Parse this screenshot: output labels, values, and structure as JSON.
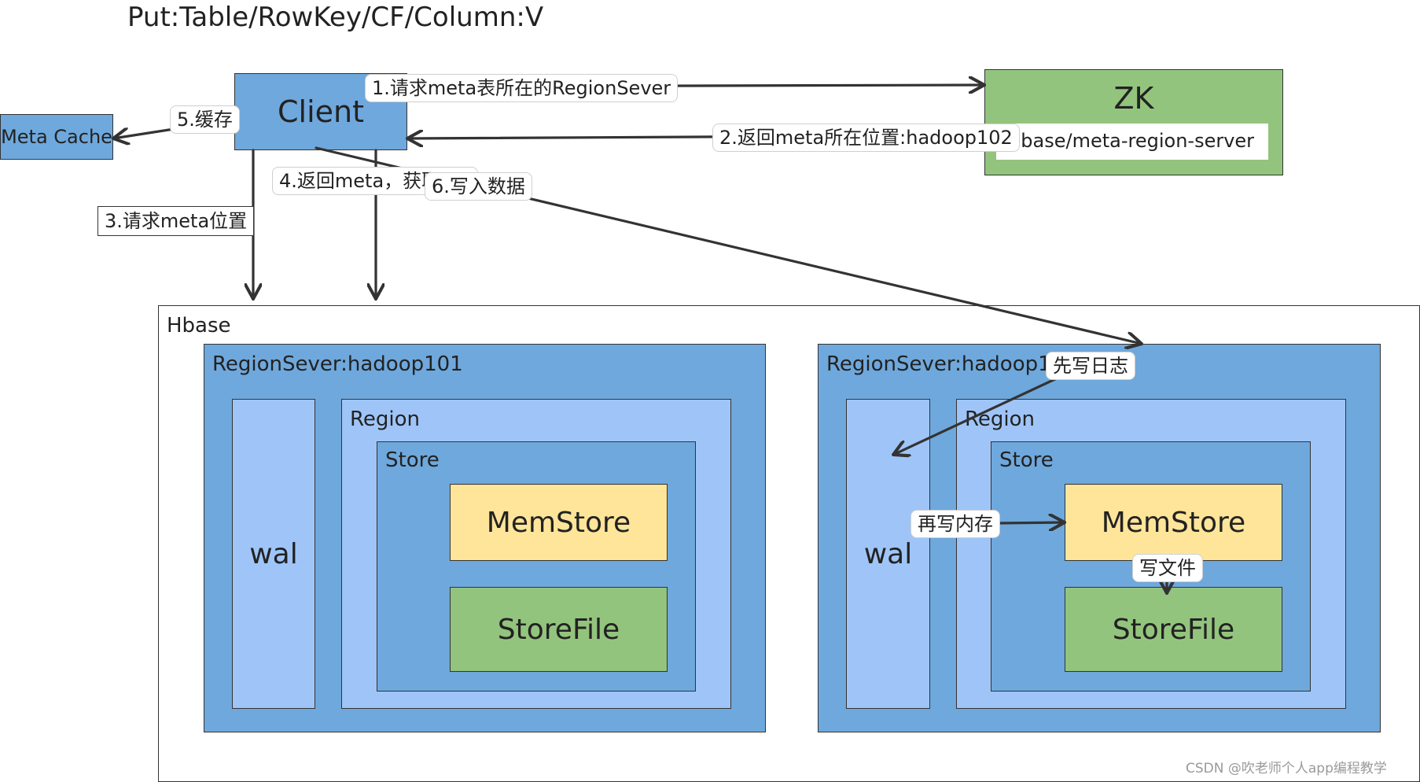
{
  "title": "Put:Table/RowKey/CF/Column:V",
  "client": {
    "label": "Client"
  },
  "meta_cache": {
    "label": "Meta Cache"
  },
  "zk": {
    "label": "ZK",
    "path": "/hbase/meta-region-server"
  },
  "hbase": {
    "label": "Hbase",
    "region_server_1": {
      "label": "RegionSever:hadoop101",
      "wal": "wal",
      "region": "Region",
      "store": "Store",
      "memstore": "MemStore",
      "storefile": "StoreFile"
    },
    "region_server_2": {
      "label": "RegionSever:hadoop102",
      "wal": "wal",
      "region": "Region",
      "store": "Store",
      "memstore": "MemStore",
      "storefile": "StoreFile"
    }
  },
  "steps": {
    "step1": "1.请求meta表所在的RegionSever",
    "step2": "2.返回meta所在位置:hadoop102",
    "step3": "3.请求meta位置",
    "step4": "4.返回meta，获取RS",
    "step5": "5.缓存",
    "step6": "6.写入数据",
    "write_log": "先写日志",
    "write_mem": "再写内存",
    "write_file": "写文件"
  },
  "watermark": "CSDN @吹老师个人app编程教学",
  "colors": {
    "dark_blue": "#6fa8dc",
    "light_blue": "#9fc5f8",
    "green": "#93c47d",
    "yellow": "#ffe599",
    "line": "#333333"
  }
}
